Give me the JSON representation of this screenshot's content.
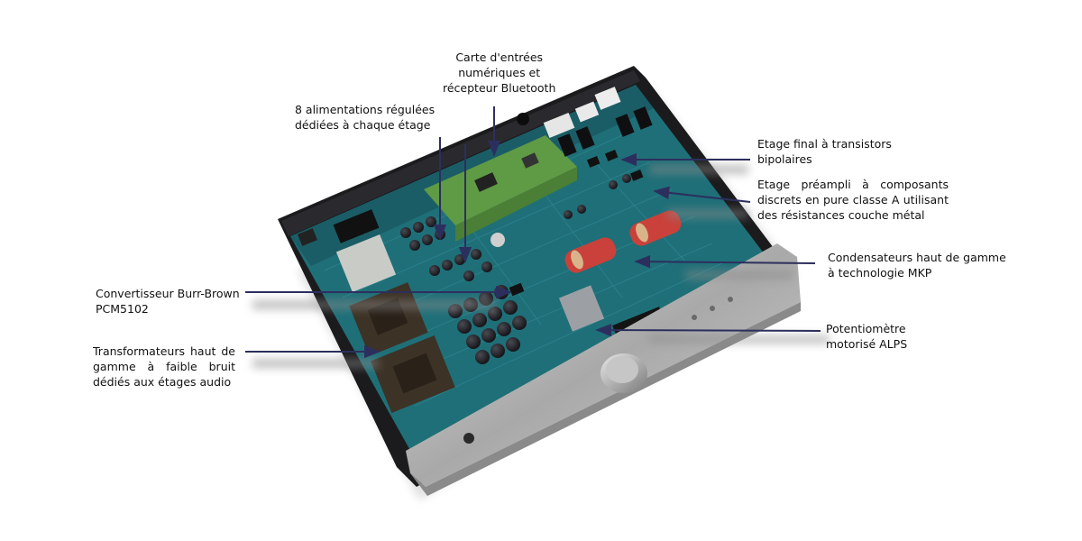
{
  "labels": {
    "digital_inputs": {
      "lines": [
        "Carte d'entrées",
        "numériques et",
        "récepteur Bluetooth"
      ]
    },
    "power_supplies": {
      "lines": [
        "8 alimentations régulées",
        "dédiées à chaque étage"
      ]
    },
    "final_stage": {
      "lines": [
        "Etage final à transistors",
        "bipolaires"
      ]
    },
    "preamp_stage": {
      "lines": [
        "Etage préampli à composants",
        "discrets en pure classe A utilisant",
        "des résistances couche métal"
      ]
    },
    "capacitors": {
      "lines": [
        "Condensateurs haut de gamme",
        "à technologie MKP"
      ]
    },
    "dac": {
      "lines": [
        "Convertisseur Burr-Brown",
        "PCM5102"
      ]
    },
    "potentiometer": {
      "lines": [
        "Potentiomètre",
        "motorisé ALPS"
      ]
    },
    "transformers": {
      "lines": [
        "Transformateurs haut de",
        "gamme à faible bruit",
        "dédiés aux étages audio"
      ]
    }
  },
  "colors": {
    "pcb": "#1f6f78",
    "pcb_dark": "#164f57",
    "chassis": "#1b1b1d",
    "faceplate": "#b9b9b9",
    "leader": "#2c2f5e",
    "daughterboard": "#5f9a45",
    "capacitor_red": "#c9413a",
    "transformer": "#3d3226"
  }
}
